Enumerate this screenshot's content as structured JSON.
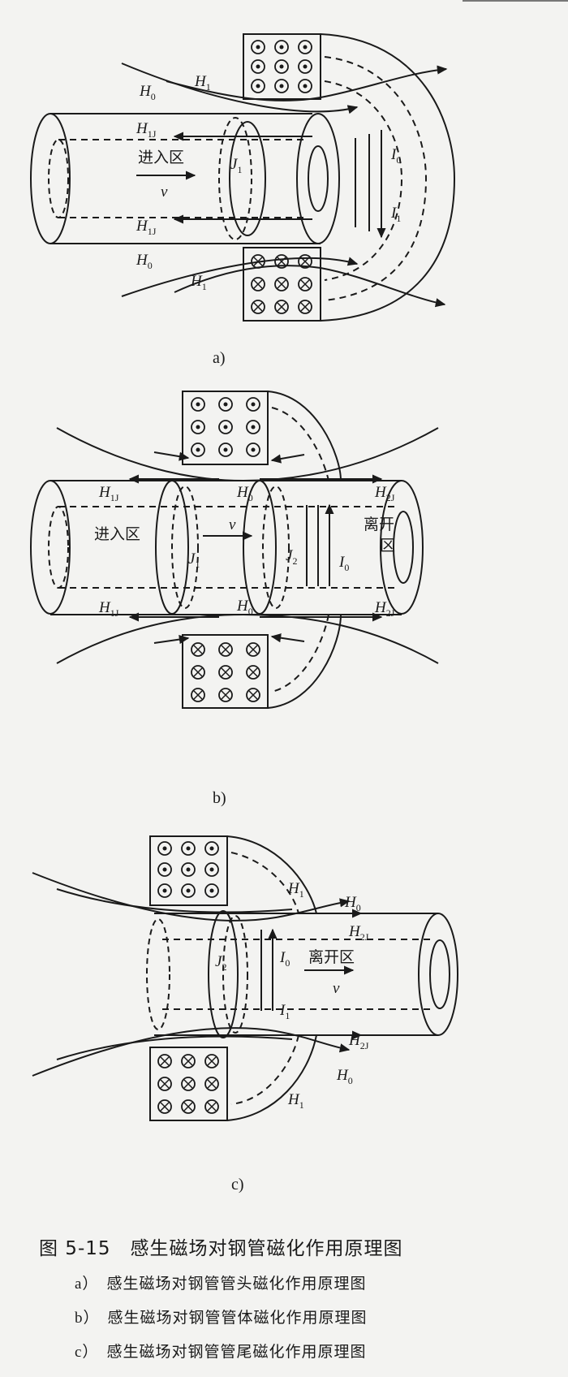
{
  "figure": {
    "number": "图 5-15",
    "title": "感生磁场对钢管磁化作用原理图",
    "items": [
      {
        "tag": "a）",
        "text": "感生磁场对钢管管头磁化作用原理图"
      },
      {
        "tag": "b）",
        "text": "感生磁场对钢管管体磁化作用原理图"
      },
      {
        "tag": "c）",
        "text": "感生磁场对钢管管尾磁化作用原理图"
      }
    ]
  },
  "panels": {
    "a": {
      "label": "a)",
      "entry_zone": "进入区",
      "v": "v",
      "H0": "H",
      "H0_sub": "0",
      "H1": "H",
      "H1_sub": "1",
      "H1J": "H",
      "H1J_sub": "1J",
      "J1": "J",
      "J1_sub": "1",
      "I0": "I",
      "I0_sub": "0",
      "I1": "I",
      "I1_sub": "1"
    },
    "b": {
      "label": "b)",
      "entry_zone": "进入区",
      "exit_zone_1": "离开",
      "exit_zone_2": "区",
      "v": "v",
      "H0": "H",
      "H0_sub": "0",
      "H1J": "H",
      "H1J_sub": "1J",
      "H2J": "H",
      "H2J_sub": "2J",
      "J1": "J",
      "J1_sub": "1",
      "J2": "J",
      "J2_sub": "2",
      "I0": "I",
      "I0_sub": "0"
    },
    "c": {
      "label": "c)",
      "exit_zone": "离开区",
      "v": "v",
      "H0": "H",
      "H0_sub": "0",
      "H1": "H",
      "H1_sub": "1",
      "H2J": "H",
      "H2J_sub": "2J",
      "J2": "J",
      "J2_sub": "2",
      "I0": "I",
      "I0_sub": "0",
      "I1": "I",
      "I1_sub": "1"
    }
  }
}
